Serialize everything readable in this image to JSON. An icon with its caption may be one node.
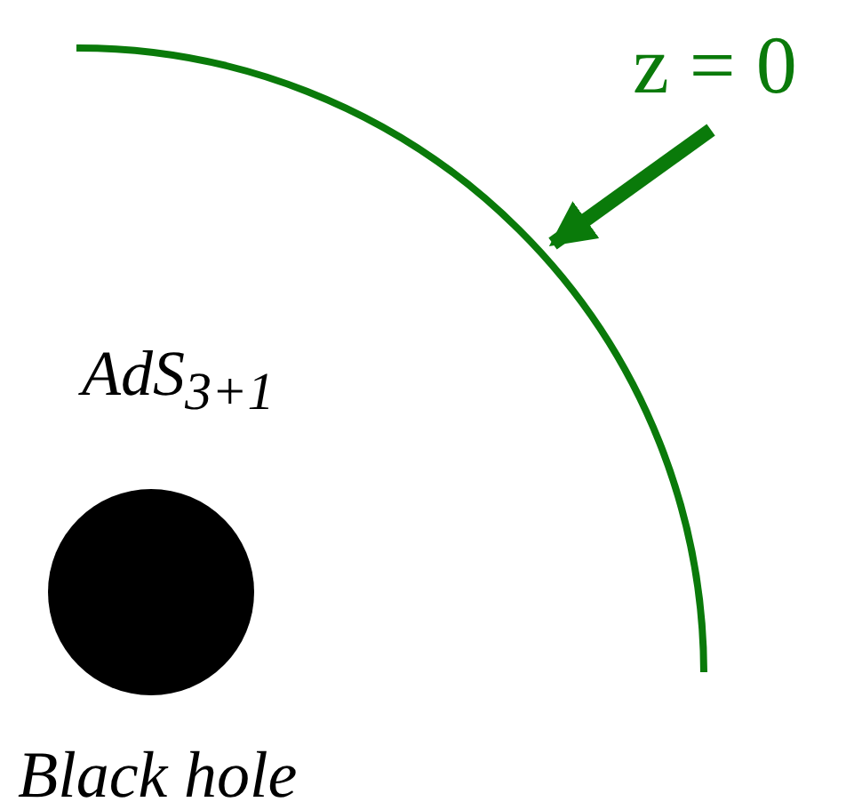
{
  "diagram": {
    "nodes": [
      {
        "text": [
          "z = 0"
        ]
      },
      {
        "text": [],
        "shape": "arc"
      },
      {
        "text": [],
        "shape": "circle",
        "beside": [
          "Black hole"
        ]
      }
    ],
    "edges": [
      {
        "from": 0,
        "to": 1,
        "arrow": "to"
      }
    ],
    "labels": [
      "AdS$_{3+1}$"
    ]
  }
}
